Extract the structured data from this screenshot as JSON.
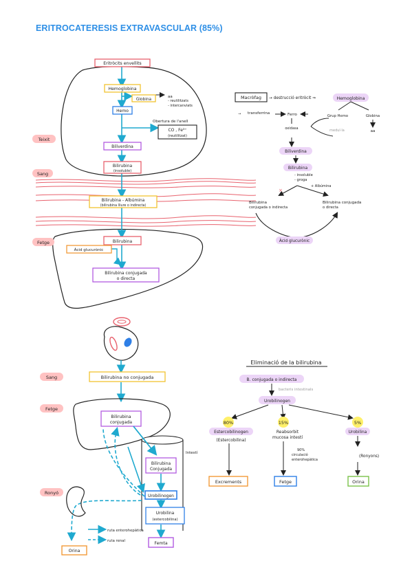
{
  "title": "ERITROCATERESIS EXTRAVASCULAR (85%)",
  "colors": {
    "title": "#2e8fe6",
    "arrow_blue": "#1fa9cf",
    "box_red": "#e8616d",
    "box_yellow": "#f2c230",
    "box_purple": "#b25be0",
    "box_blue": "#2e7fe6",
    "box_orange": "#f29a38",
    "box_green": "#7ac24a",
    "highlight_pink": "#ffc2c2",
    "highlight_purple": "#ecd5f7",
    "highlight_yellow": "#fff06a"
  },
  "top_diagram": {
    "erythrocyte": "Eritròcits envellits",
    "hemoglobin": "Hemoglobina",
    "globin": "Globina",
    "aa_label": "aa",
    "aa_lines": [
      "- reutilitzats",
      "- intercanviats"
    ],
    "heme": "Hemo",
    "ring_opening": "Obertura de l'anell",
    "co_label": "CO , Fe³⁺",
    "co_sub": "(reutilitzat)",
    "biliverdin": "Biliverdina",
    "bilirubin_insoluble": "Bilirubina",
    "bilirubin_insoluble_sub": "(insoluble)",
    "bilirubin_albumin": "Bilirubina - Albúmina",
    "bilirubin_albumin_sub": "(bilirubina lliure o indirecta)",
    "bilirubin_liver": "Bilirubina",
    "glucuronic_acid": "Àcid glucurònic",
    "conjugated": "Bilirubina conjugada",
    "conjugated_sub": "o directa",
    "tissue_labels": [
      "Teixit",
      "Sang",
      "Fetge"
    ]
  },
  "macrophage_diagram": {
    "macrophage": "Macròfag",
    "destruction": "→ destrucció eritròcit ⇒",
    "hemoglobin": "Hemoglobina",
    "transferrin": "transferrina",
    "iron": "Ferro",
    "heme_group": "Grup Hemo",
    "globin": "Globina",
    "aa": "aa",
    "reuse": "medul·la",
    "oxidase": "oxidasa",
    "biliverdin": "Biliverdina",
    "bilirubin": "Bilirubina",
    "bilirubin_props": [
      "- insoluble",
      "- groga"
    ],
    "albumin": "+ Albúmina",
    "unconjugated": "Bilirubina",
    "unconjugated_sub": "conjugada o indirecta",
    "conjugated": "Bilirubina conjugada",
    "conjugated_sub": "o directa",
    "glucuronic": "Àcid glucurònic"
  },
  "bottom_diagram": {
    "sang": "Sang",
    "fetge": "Fetge",
    "rony": "Ronyó",
    "unconjugated": "Bilirubina no conjugada",
    "conjugated": "Bilirubina",
    "conjugated_sub": "conjugada",
    "intestine": "Intestí",
    "intestine_conjugated": "Bilirubina",
    "intestine_conjugated_sub": "Conjugada",
    "urobilinogen": "Urobilinogen",
    "urobilin": "Urobilina",
    "urobilin_sub": "(estercobilina)",
    "feces": "Femta",
    "urine": "Orina",
    "route_hepatic": "ruta enterohepàtica",
    "route_renal": "ruta renal"
  },
  "elimination": {
    "heading": "Eliminació de la bilirubina",
    "start": "B. conjugada o indirecta",
    "bacteria": "bacteris intestinals",
    "urobilinogen": "Urobilinogen",
    "pct_a": "80%",
    "pct_b": "15%",
    "pct_c": "5%",
    "branch_a": "Estercobilinogen",
    "branch_a_sub": "(Estercobilina)",
    "branch_b": "Reabsorbit",
    "branch_b_sub": "mucosa intestí",
    "branch_b_note": "90%",
    "branch_b_note2": "circulació",
    "branch_b_note3": "enterohepàtica",
    "branch_c": "Urobilina",
    "branch_c_sub": "(Ronyons)",
    "out_a": "Excrements",
    "out_b": "Fetge",
    "out_c": "Orina"
  }
}
